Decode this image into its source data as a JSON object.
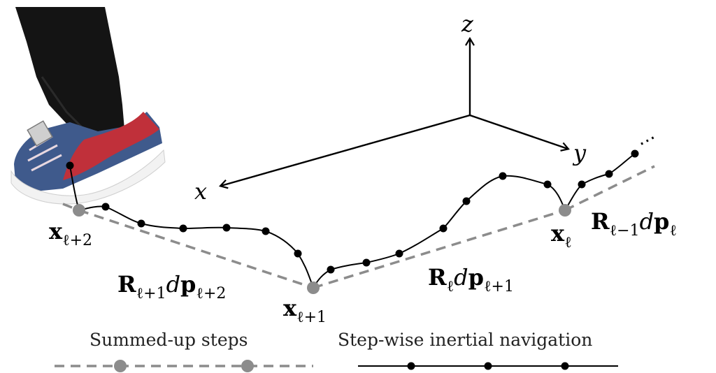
{
  "colors": {
    "dashed": "#8c8c8c",
    "solid": "#000000",
    "gray_node": "#8c8c8c",
    "black_dot": "#000000",
    "sneaker_blue": "#3f5a8c",
    "sneaker_red": "#c0303a",
    "sole_white": "#f2f2f2",
    "pants": "#141414"
  },
  "axes": {
    "x": "x",
    "y": "y",
    "z": "z"
  },
  "nodes": {
    "x_l2": {
      "base": "x",
      "sub": "ℓ+2"
    },
    "x_l1": {
      "base": "x",
      "sub": "ℓ+1"
    },
    "x_l": {
      "base": "x",
      "sub": "ℓ"
    }
  },
  "segments": {
    "r_l1": {
      "R": "R",
      "Rsub": "ℓ+1",
      "mid": "d",
      "p": "p",
      "psub": "ℓ+2"
    },
    "r_l": {
      "R": "R",
      "Rsub": "ℓ",
      "mid": "d",
      "p": "p",
      "psub": "ℓ+1"
    },
    "r_lm1": {
      "R": "R",
      "Rsub": "ℓ−1",
      "mid": "d",
      "p": "p",
      "psub": "ℓ"
    }
  },
  "ellipsis": "⋯",
  "legend": {
    "summed": "Summed-up steps",
    "stepwise": "Step-wise inertial navigation"
  },
  "icons": [
    "sneaker-icon"
  ]
}
